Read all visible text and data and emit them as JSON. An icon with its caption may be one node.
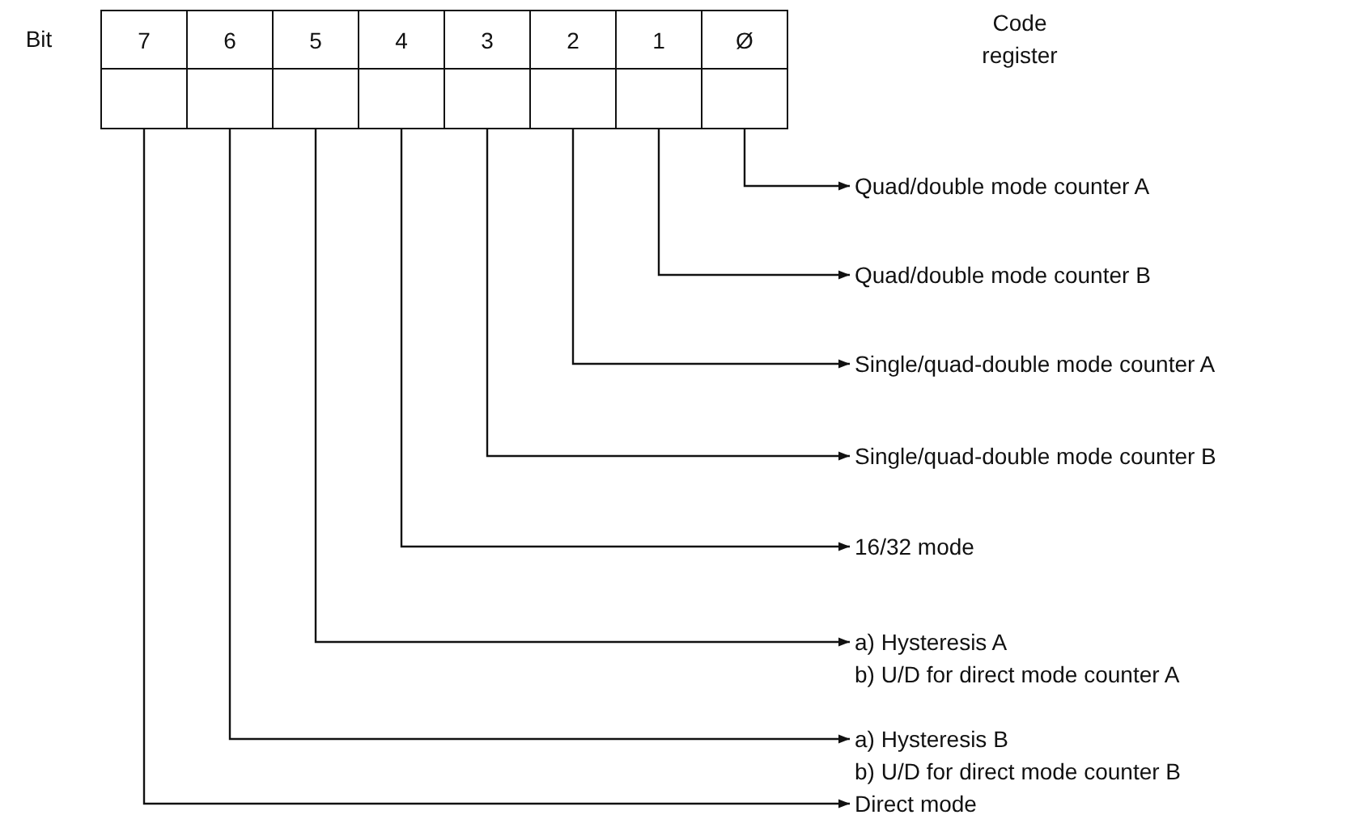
{
  "diagram": {
    "nodes": [
      {
        "text": [
          "7"
        ]
      },
      {
        "text": [
          "6"
        ]
      },
      {
        "text": [
          "5"
        ]
      },
      {
        "text": [
          "4"
        ]
      },
      {
        "text": [
          "3"
        ]
      },
      {
        "text": [
          "2"
        ]
      },
      {
        "text": [
          "1"
        ]
      },
      {
        "text": [
          "Ø"
        ]
      },
      {
        "text": [],
        "shape": "box"
      },
      {
        "text": [],
        "shape": "box"
      },
      {
        "text": [],
        "shape": "box"
      },
      {
        "text": [],
        "shape": "box"
      },
      {
        "text": [],
        "shape": "box"
      },
      {
        "text": [],
        "shape": "box"
      },
      {
        "text": [],
        "shape": "box"
      },
      {
        "text": [],
        "shape": "box"
      },
      {
        "text": [
          "Quad/double mode counter A"
        ]
      },
      {
        "text": [
          "Quad/double mode counter B"
        ]
      },
      {
        "text": [
          "Single/quad-double mode counter A"
        ]
      },
      {
        "text": [
          "Single/quad-double mode counter B"
        ]
      },
      {
        "text": [
          "16/32 mode"
        ]
      },
      {
        "text": [
          "a) Hysteresis A",
          "b) U/D for direct mode counter A"
        ]
      },
      {
        "text": [
          "a) Hysteresis B",
          "b) U/D for direct mode counter B"
        ]
      },
      {
        "text": [
          "Direct mode"
        ]
      }
    ],
    "edges": [
      {
        "from": 15,
        "to": 16,
        "arrow": "to"
      },
      {
        "from": 14,
        "to": 17,
        "arrow": "to"
      },
      {
        "from": 13,
        "to": 18,
        "arrow": "to"
      },
      {
        "from": 12,
        "to": 19,
        "arrow": "to"
      },
      {
        "from": 11,
        "to": 20,
        "arrow": "to"
      },
      {
        "from": 10,
        "to": 21,
        "arrow": "to"
      },
      {
        "from": 9,
        "to": 22,
        "arrow": "to"
      },
      {
        "from": 8,
        "to": 23,
        "arrow": "to"
      }
    ],
    "labels": [
      "Bit",
      "Code register"
    ]
  }
}
